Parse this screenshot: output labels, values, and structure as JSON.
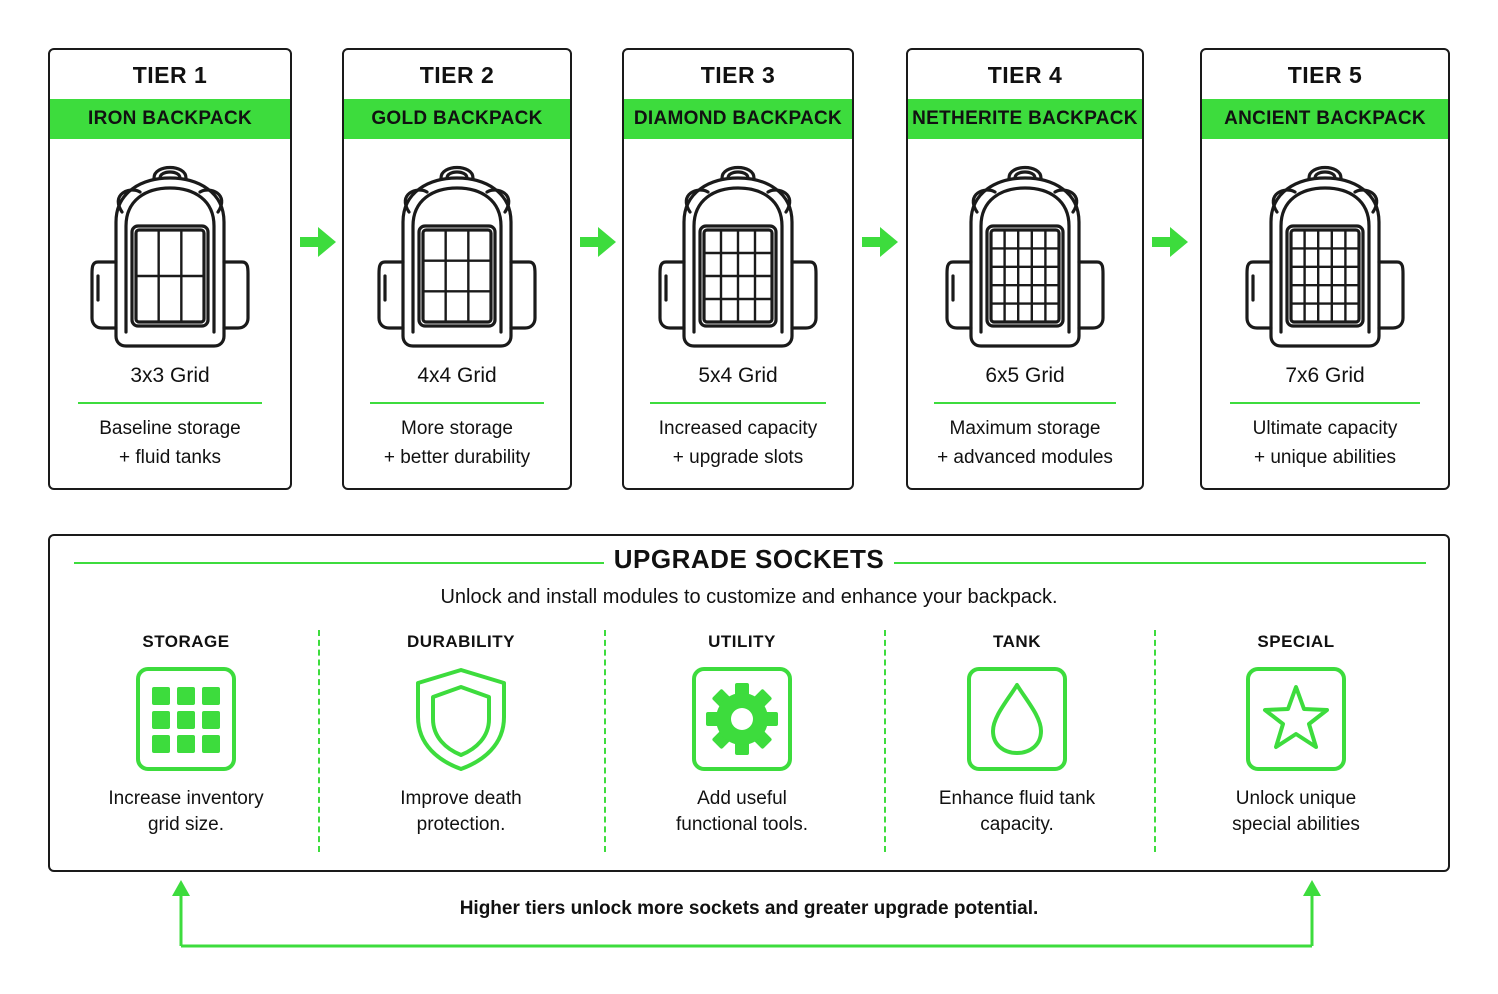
{
  "tiers": [
    {
      "tier": "TIER 1",
      "name": "IRON BACKPACK",
      "grid": "3x3 Grid",
      "desc_line1": "Baseline storage",
      "desc_line2": "+ fluid tanks"
    },
    {
      "tier": "TIER 2",
      "name": "GOLD BACKPACK",
      "grid": "4x4 Grid",
      "desc_line1": "More storage",
      "desc_line2": "+ better durability"
    },
    {
      "tier": "TIER 3",
      "name": "DIAMOND BACKPACK",
      "grid": "5x4 Grid",
      "desc_line1": "Increased capacity",
      "desc_line2": "+ upgrade slots"
    },
    {
      "tier": "TIER 4",
      "name": "NETHERITE BACKPACK",
      "grid": "6x5 Grid",
      "desc_line1": "Maximum storage",
      "desc_line2": "+ advanced modules"
    },
    {
      "tier": "TIER 5",
      "name": "ANCIENT BACKPACK",
      "grid": "7x6 Grid",
      "desc_line1": "Ultimate capacity",
      "desc_line2": "+ unique abilities"
    }
  ],
  "sockets": {
    "title": "UPGRADE SOCKETS",
    "subtitle": "Unlock and install modules to customize and enhance your backpack.",
    "items": [
      {
        "name": "STORAGE",
        "icon": "grid-icon",
        "desc_line1": "Increase inventory",
        "desc_line2": "grid size."
      },
      {
        "name": "DURABILITY",
        "icon": "shield-icon",
        "desc_line1": "Improve death",
        "desc_line2": "protection."
      },
      {
        "name": "UTILITY",
        "icon": "gear-icon",
        "desc_line1": "Add useful",
        "desc_line2": "functional tools."
      },
      {
        "name": "TANK",
        "icon": "droplet-icon",
        "desc_line1": "Enhance fluid tank",
        "desc_line2": "capacity."
      },
      {
        "name": "SPECIAL",
        "icon": "star-icon",
        "desc_line1": "Unlock unique",
        "desc_line2": "special abilities"
      }
    ]
  },
  "footer": "Higher tiers unlock more sockets and greater upgrade potential.",
  "colors": {
    "accent": "#3ddc3d",
    "outline": "#1a1a1a"
  }
}
